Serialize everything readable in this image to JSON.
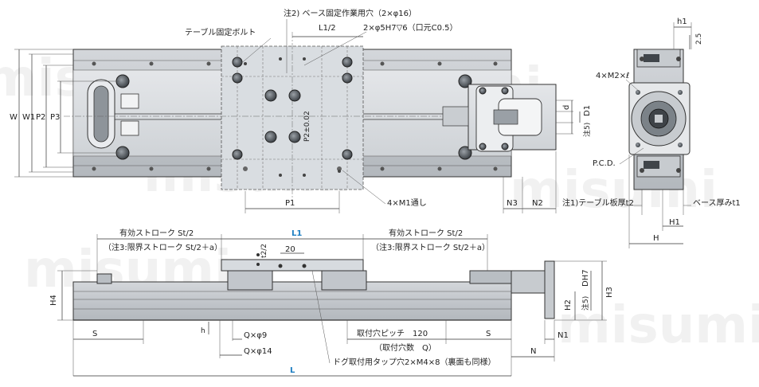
{
  "watermark": "misumi",
  "top_view": {
    "note_base_hole": "注2) ベース固定作業用穴（2×φ16）",
    "table_bolt": "テーブル固定ボルト",
    "l1_half": "L1/2",
    "dowel_hole": "2×φ5H7▽6（口元C0.5）",
    "p2_tol": "P2±0.02",
    "thread_through": "4×M1通し",
    "w": "W",
    "w1": "W1",
    "p2": "P2",
    "p3": "P3",
    "p1": "P1",
    "n3": "N3",
    "n2": "N2",
    "d": "d",
    "d1": "D1",
    "note5": "注5)"
  },
  "side_view": {
    "thread_m2": "4×M2×ℓ",
    "pcd": "P.C.D.",
    "table_thickness": "注1)テーブル板厚t2",
    "base_thickness": "ベース厚みt1",
    "h1": "h1",
    "dim_25": "2.5",
    "h1_big": "H1",
    "h": "H"
  },
  "front_view": {
    "stroke_left": "有効ストローク St/2",
    "limit_left": "（注3:限界ストローク St/2＋a）",
    "l1": "L1",
    "stroke_right": "有効ストローク St/2",
    "limit_right": "（注3:限界ストローク St/2＋a）",
    "t2_half": "t2/2",
    "dim_20": "20",
    "h4": "H4",
    "h2": "H2",
    "h3": "H3",
    "dh7": "DH7",
    "note5": "注5)",
    "s_left": "S",
    "s_right": "S",
    "h_small": "h",
    "q_phi9": "Q×φ9",
    "q_phi14": "Q×φ14",
    "pitch": "取付穴ピッチ　120",
    "hole_count": "（取付穴数　Q）",
    "tap": "ドグ取付用タップ穴2×M4×8（裏面も同様）",
    "l": "L",
    "n": "N",
    "n1": "N1"
  }
}
